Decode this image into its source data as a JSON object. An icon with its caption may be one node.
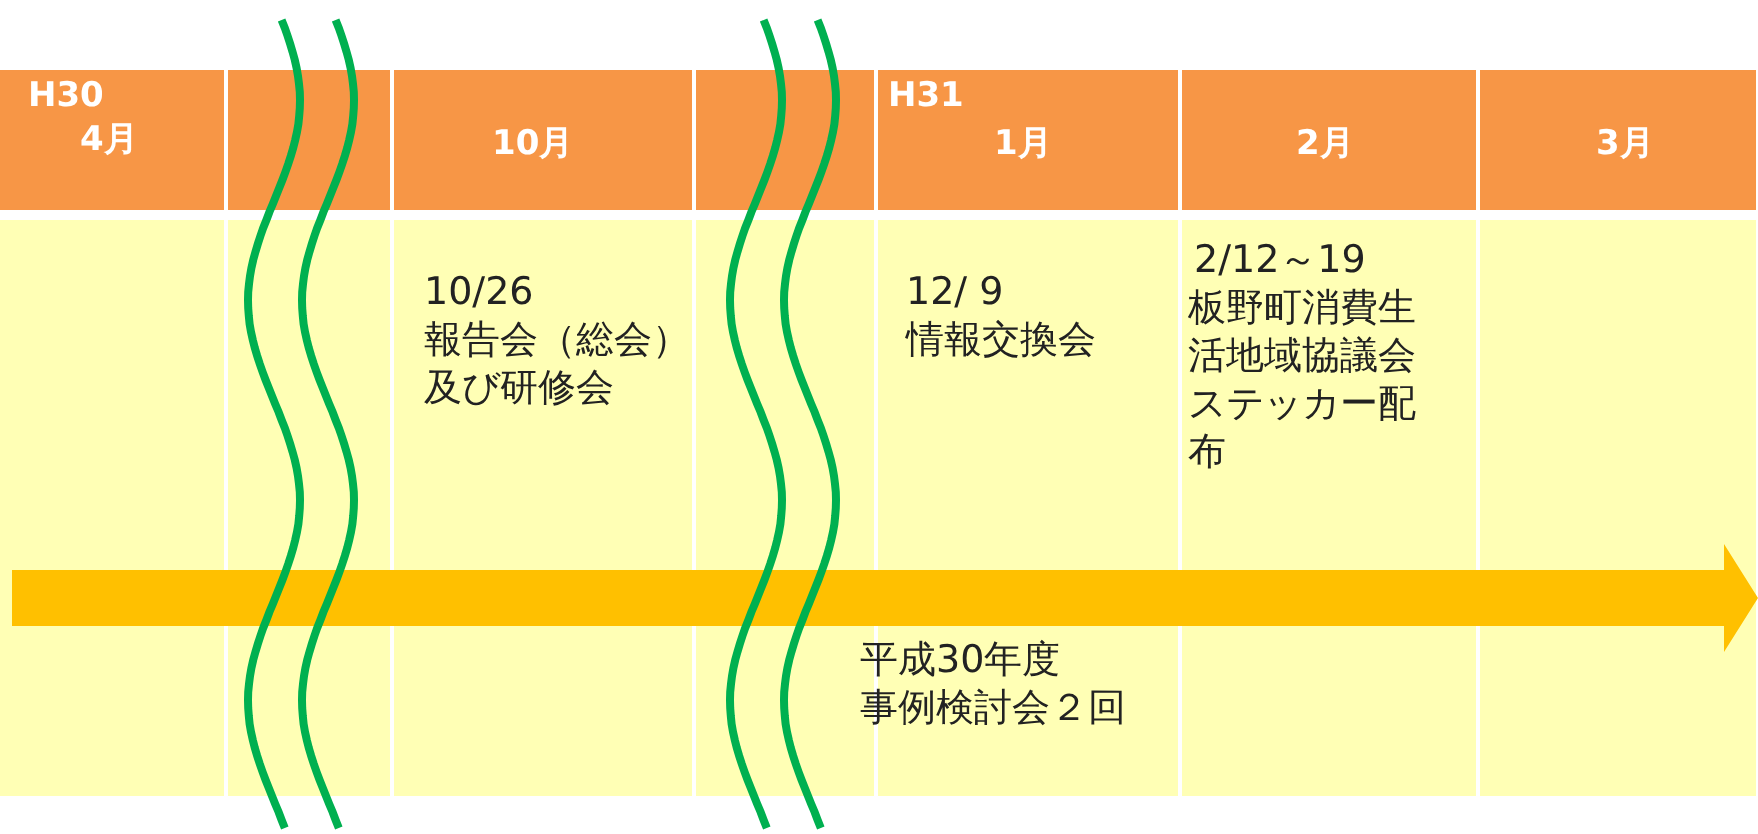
{
  "diagram": {
    "labels": [
      "H30",
      "4月",
      "10月",
      "H31",
      "1月",
      "2月",
      "3月",
      "10/26",
      "報告会（総会）及び研修会",
      "12/ 9",
      "情報交換会",
      "2/12～19",
      "板野町消費生活地域協議会ステッカー配布",
      "平成30年度",
      "事例検討会２回"
    ]
  }
}
